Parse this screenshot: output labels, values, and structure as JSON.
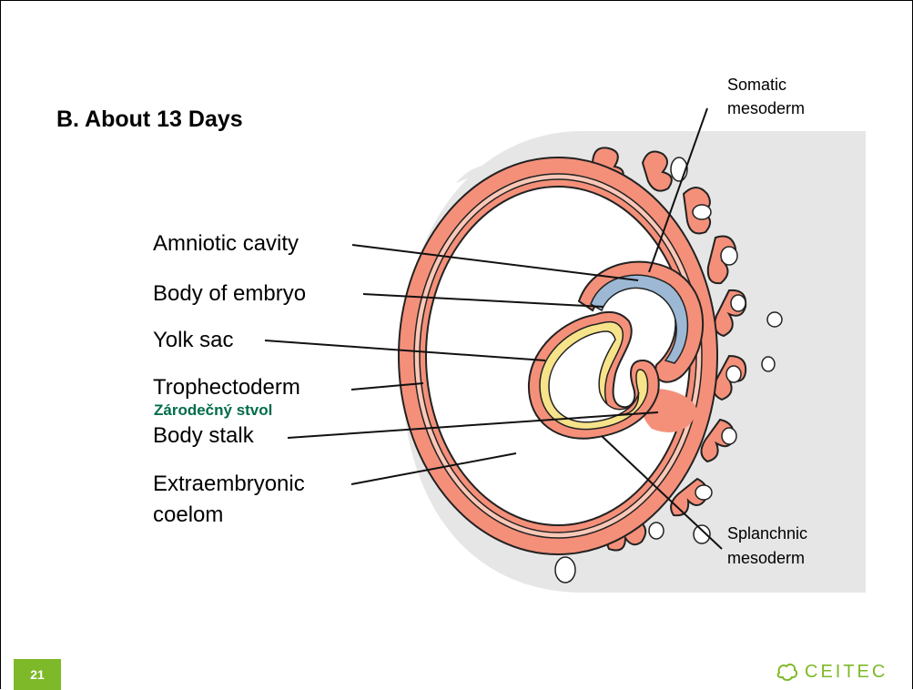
{
  "slide": {
    "title": "B.  About 13 Days",
    "page_number": "21",
    "accent_color": "#7db928",
    "note_color": "#006c4a"
  },
  "diagram": {
    "labels": {
      "amniotic_cavity": "Amniotic cavity",
      "body_of_embryo": "Body of embryo",
      "yolk_sac": "Yolk sac",
      "trophectoderm": "Trophectoderm",
      "body_stalk": "Body stalk",
      "extraembryonic_coelom_line1": "Extraembryonic",
      "extraembryonic_coelom_line2": "coelom",
      "somatic_line1": "Somatic",
      "somatic_line2": "mesoderm",
      "splanchnic_line1": "Splanchnic",
      "splanchnic_line2": "mesoderm"
    },
    "annotation": "Zárodečný stvol",
    "colors": {
      "trophoblast": "#f4907a",
      "mesoderm_light": "#fbc8b8",
      "ectoderm": "#9cb8d4",
      "endoderm": "#f7e38a",
      "background_shadow": "#e6e6e6"
    }
  },
  "footer": {
    "logo_text": "CEITEC"
  }
}
